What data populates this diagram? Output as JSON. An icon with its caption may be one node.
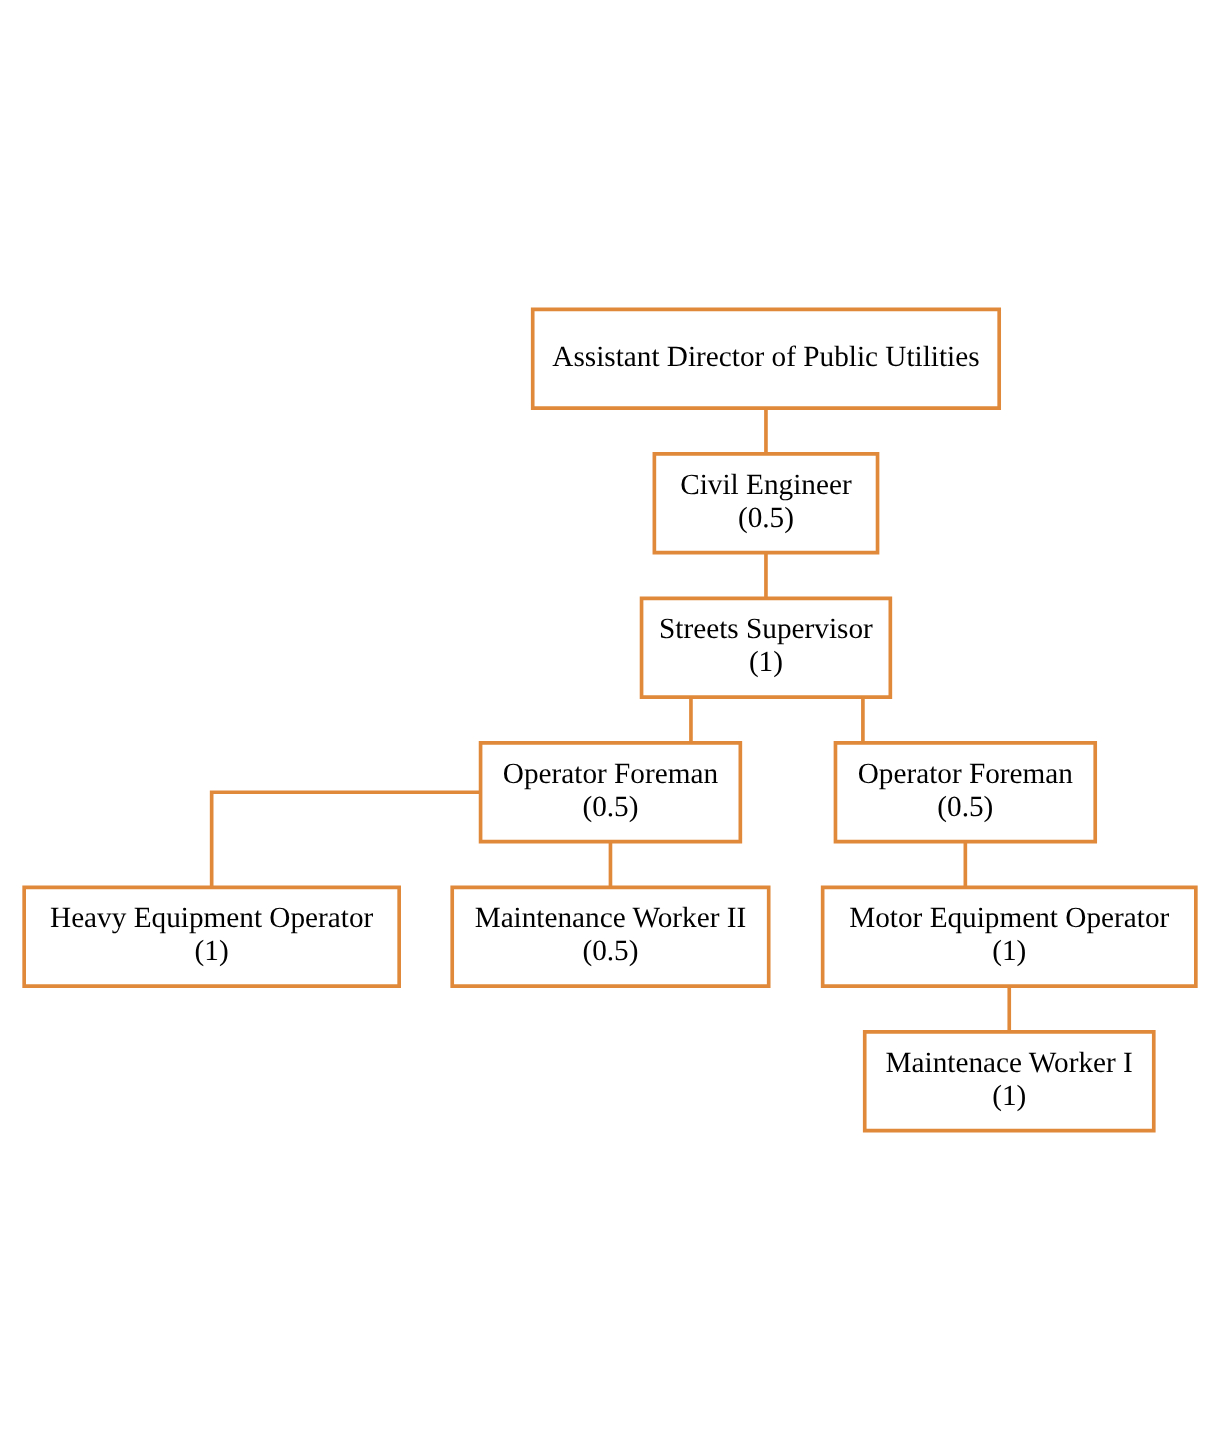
{
  "diagram": {
    "nodes": [
      {
        "text": [
          "Assistant Director of Public Utilities"
        ]
      },
      {
        "text": [
          "Civil Engineer",
          "(0.5)"
        ]
      },
      {
        "text": [
          "Streets Supervisor",
          "(1)"
        ]
      },
      {
        "text": [
          "Operator Foreman",
          "(0.5)"
        ]
      },
      {
        "text": [
          "Operator Foreman",
          "(0.5)"
        ]
      },
      {
        "text": [
          "Heavy Equipment Operator",
          "(1)"
        ]
      },
      {
        "text": [
          "Maintenance Worker II",
          "(0.5)"
        ]
      },
      {
        "text": [
          "Motor Equipment Operator",
          "(1)"
        ]
      },
      {
        "text": [
          "Maintenace Worker I",
          "(1)"
        ]
      }
    ],
    "edges": [
      {
        "from": 0,
        "to": 1,
        "arrow": "none"
      },
      {
        "from": 1,
        "to": 2,
        "arrow": "none"
      },
      {
        "from": 2,
        "to": 3,
        "arrow": "none"
      },
      {
        "from": 2,
        "to": 4,
        "arrow": "none"
      },
      {
        "from": 3,
        "to": 5,
        "arrow": "none"
      },
      {
        "from": 3,
        "to": 6,
        "arrow": "none"
      },
      {
        "from": 4,
        "to": 7,
        "arrow": "none"
      },
      {
        "from": 7,
        "to": 8,
        "arrow": "none"
      }
    ]
  }
}
